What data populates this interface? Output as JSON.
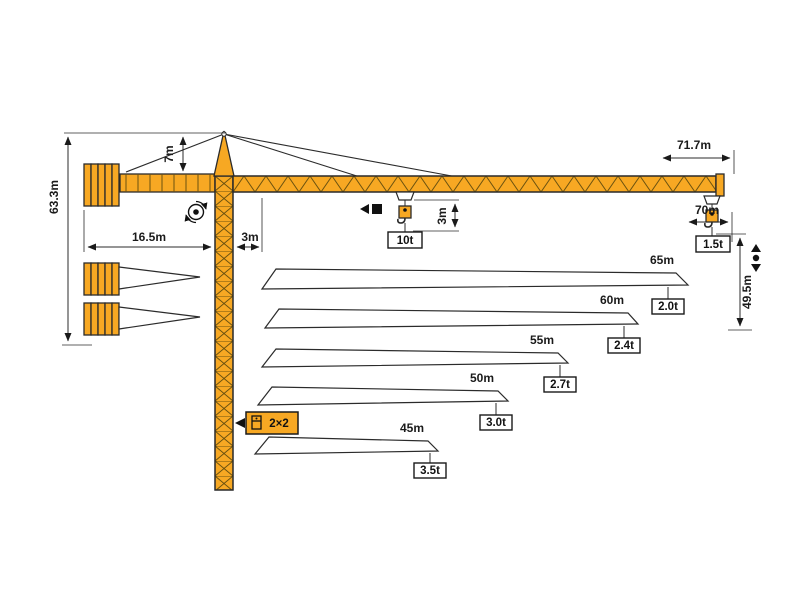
{
  "diagram": {
    "kind": "tower-crane load chart diagram",
    "colors": {
      "crane": "#F7A823",
      "line": "#2B2B2B",
      "background": "#FFFFFF"
    },
    "dims": {
      "overall_height": "63.3m",
      "head_height": "7m",
      "counter_radius": "16.5m",
      "min_radius": "3m",
      "jib_reach": "71.7m",
      "hook_drop": "3m",
      "tip_radius": "70m",
      "underhook_height": "49.5m"
    },
    "loads": {
      "max": "10t",
      "tip": "1.5t"
    },
    "reeving": "2×2",
    "jib_variants": [
      {
        "length": "65m",
        "tip_load": "2.0t"
      },
      {
        "length": "60m",
        "tip_load": "2.4t"
      },
      {
        "length": "55m",
        "tip_load": "2.7t"
      },
      {
        "length": "50m",
        "tip_load": "3.0t"
      },
      {
        "length": "45m",
        "tip_load": "3.5t"
      }
    ]
  }
}
